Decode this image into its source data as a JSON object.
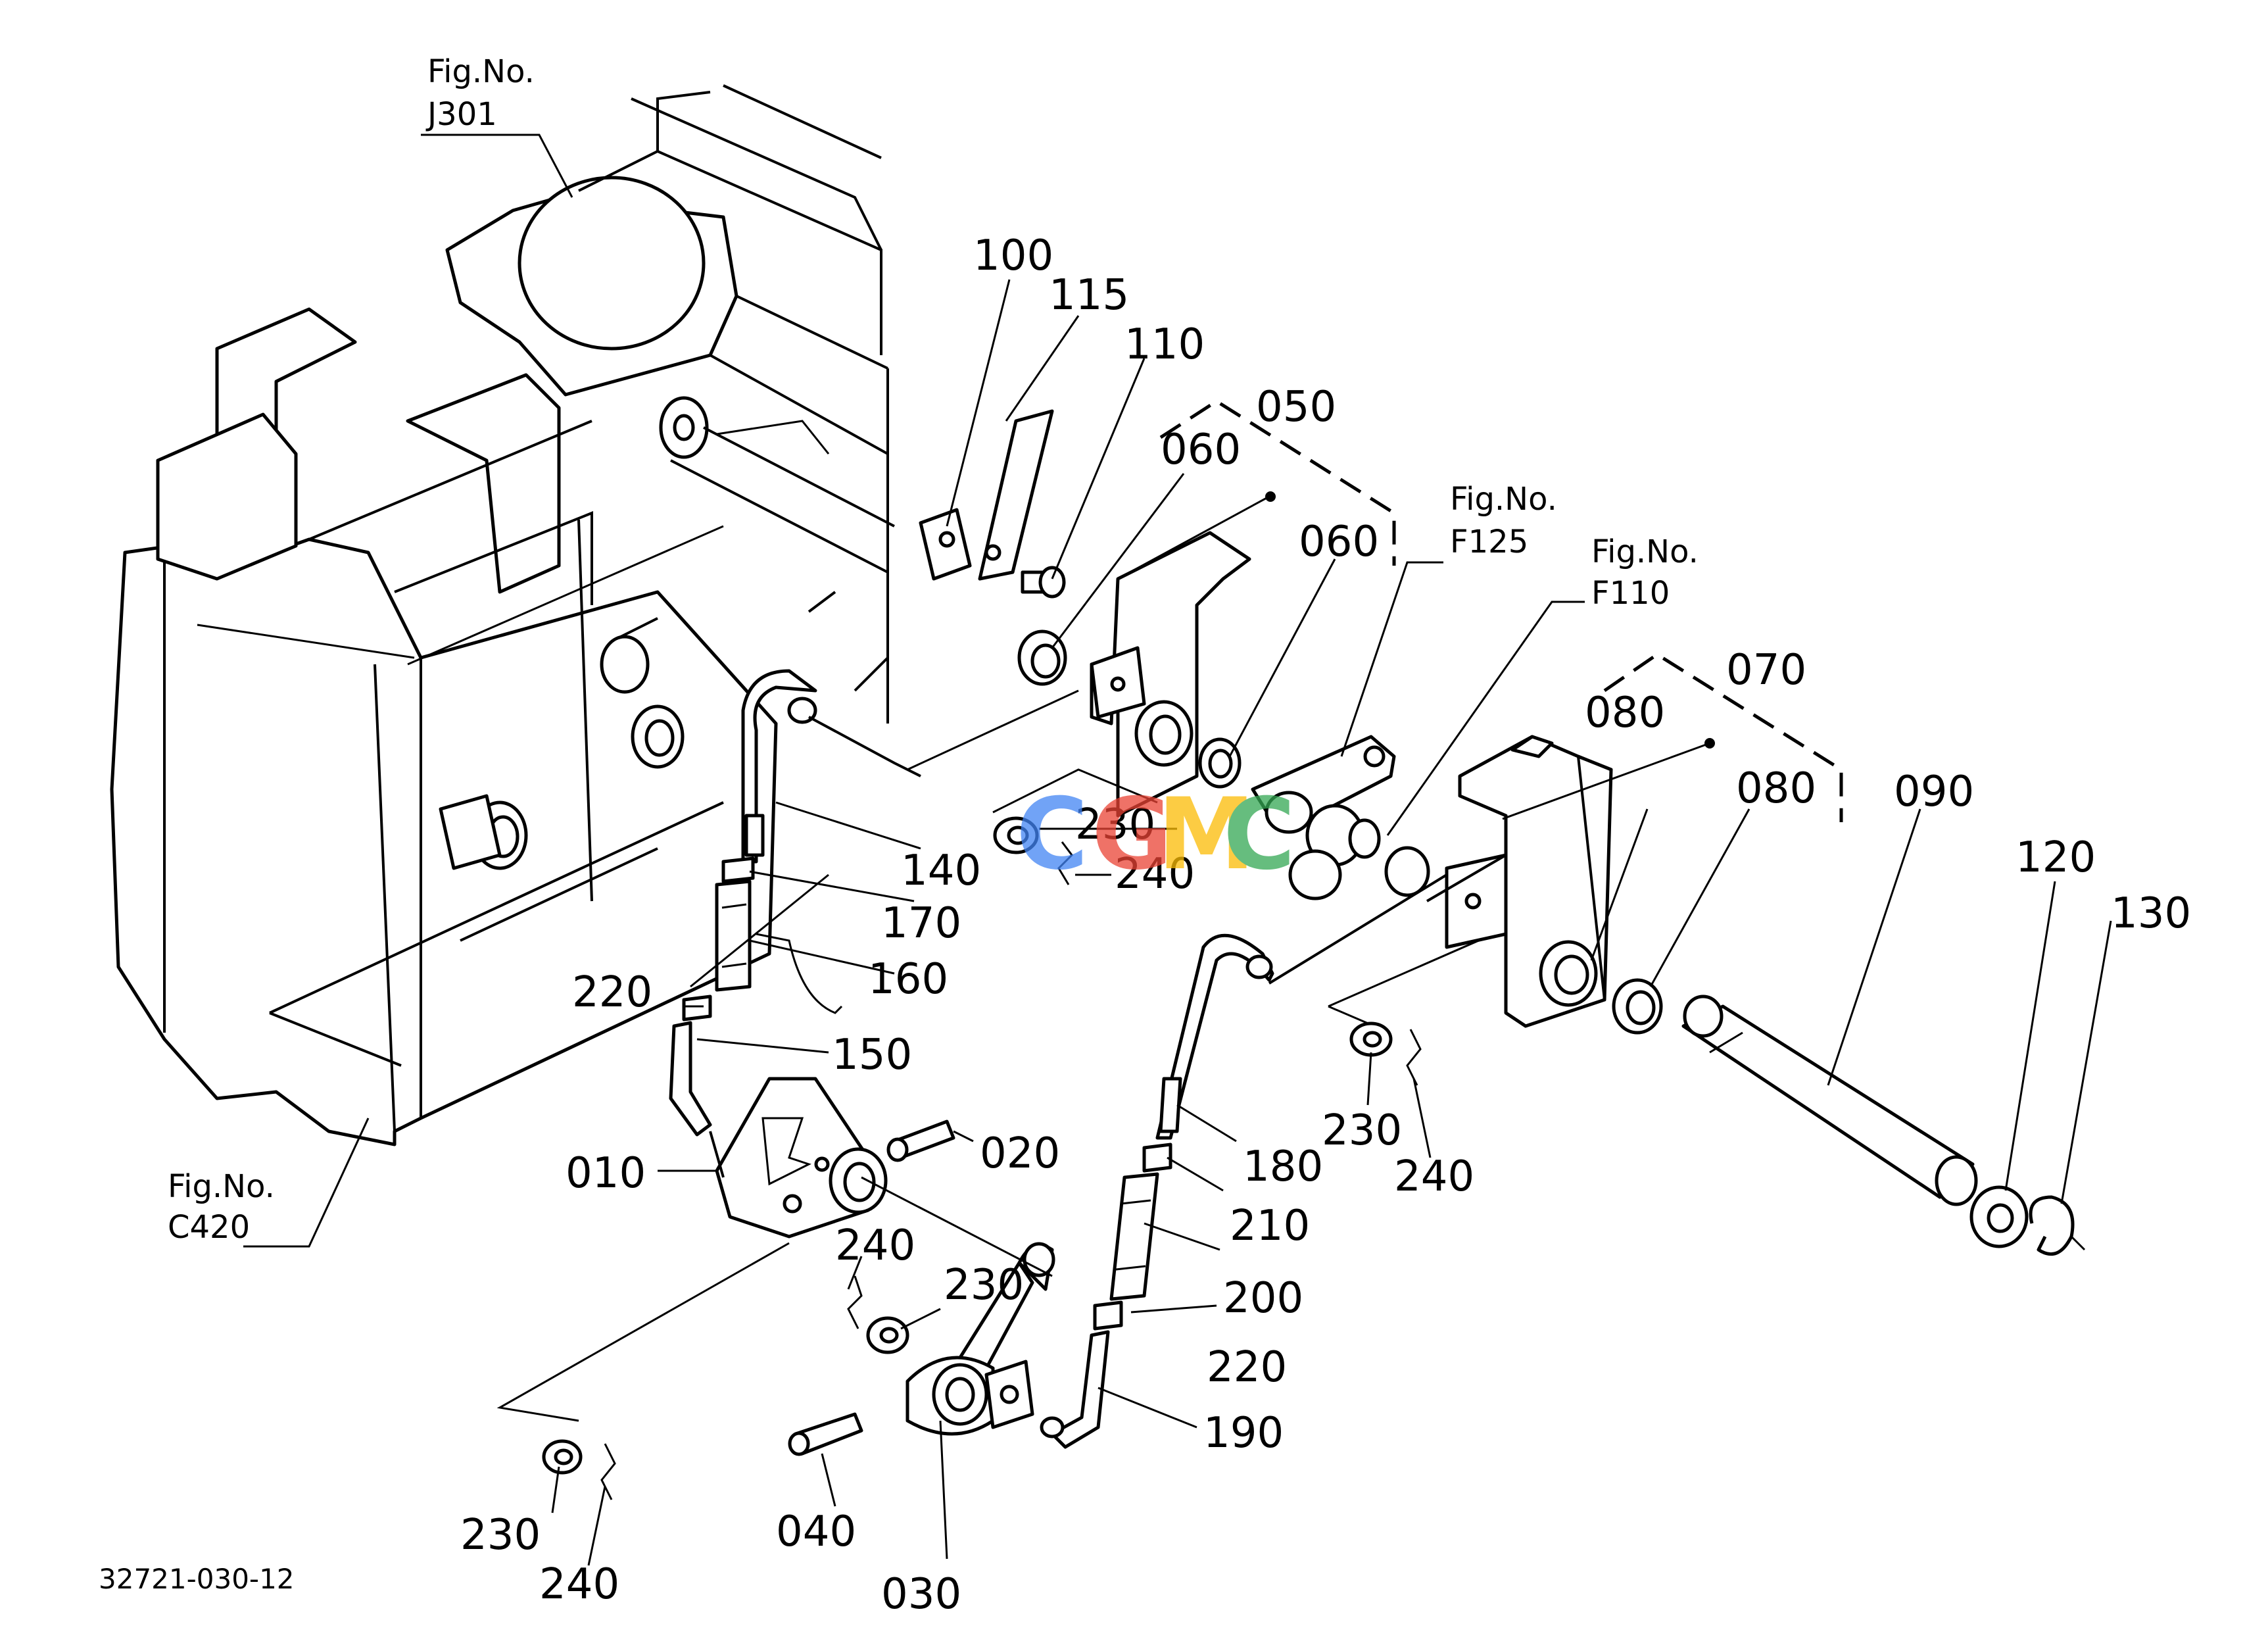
{
  "figure_refs": {
    "j301": {
      "line1": "Fig.No.",
      "line2": "J301"
    },
    "f125": {
      "line1": "Fig.No.",
      "line2": "F125"
    },
    "f110": {
      "line1": "Fig.No.",
      "line2": "F110"
    },
    "c420": {
      "line1": "Fig.No.",
      "line2": "C420"
    }
  },
  "watermark": {
    "letters": [
      "C",
      "G",
      "M",
      "C"
    ],
    "colors": [
      "#4285F4",
      "#EA4335",
      "#FBBC05",
      "#34A853"
    ]
  },
  "part_labels": {
    "p100": "100",
    "p115": "115",
    "p110": "110",
    "p050": "050",
    "p060a": "060",
    "p060b": "060",
    "p230a": "230",
    "p240a": "240",
    "p140": "140",
    "p170": "170",
    "p160": "160",
    "p220a": "220",
    "p150": "150",
    "p010": "010",
    "p020": "020",
    "p240b": "240",
    "p230b": "230",
    "p230c": "230",
    "p240c": "240",
    "p040": "040",
    "p030": "030",
    "p070": "070",
    "p080a": "080",
    "p080b": "080",
    "p090": "090",
    "p120": "120",
    "p130": "130",
    "p230d": "230",
    "p240d": "240",
    "p180": "180",
    "p210": "210",
    "p200": "200",
    "p220b": "220",
    "p190": "190"
  },
  "drawing_number": "32721-030-12"
}
